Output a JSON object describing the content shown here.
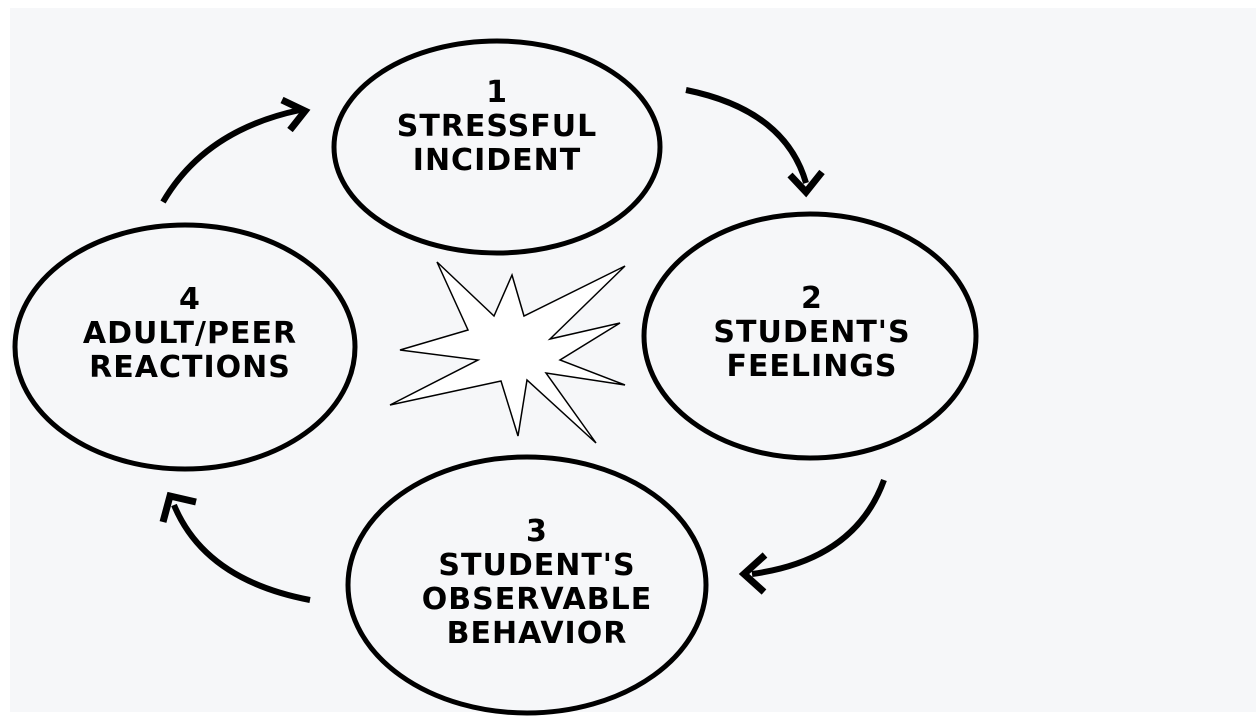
{
  "diagram": {
    "nodes": [
      {
        "id": "stressful-incident",
        "number": "1",
        "lines": [
          "STRESSFUL",
          "INCIDENT"
        ]
      },
      {
        "id": "students-feelings",
        "number": "2",
        "lines": [
          "STUDENT'S",
          "FEELINGS"
        ]
      },
      {
        "id": "observable-behavior",
        "number": "3",
        "lines": [
          "STUDENT'S",
          "OBSERVABLE",
          "BEHAVIOR"
        ]
      },
      {
        "id": "adult-peer-reactions",
        "number": "4",
        "lines": [
          "ADULT/PEER",
          "REACTIONS"
        ]
      }
    ],
    "edges": [
      {
        "from": "1",
        "to": "2"
      },
      {
        "from": "2",
        "to": "3"
      },
      {
        "from": "3",
        "to": "4"
      },
      {
        "from": "4",
        "to": "1"
      }
    ],
    "center_icon": "starburst-icon",
    "colors": {
      "stroke": "#000000",
      "background": "#f6f7f9"
    }
  }
}
